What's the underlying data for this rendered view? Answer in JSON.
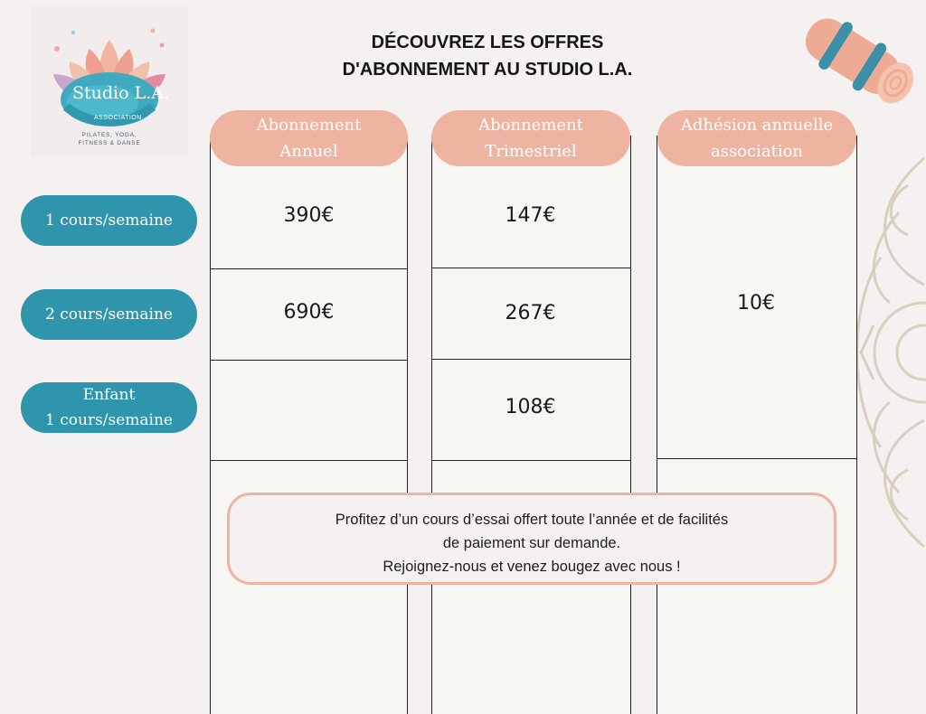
{
  "logo": {
    "name": "Studio L.A.",
    "badge": "ASSOCIATION",
    "tagline_line1": "PILATES, YOGA,",
    "tagline_line2": "FITNESS & DANSE"
  },
  "title": {
    "line1": "DÉCOUVREZ LES OFFRES",
    "line2": "D'ABONNEMENT AU STUDIO L.A."
  },
  "columns": [
    {
      "header": "Abonnement\nAnnuel"
    },
    {
      "header": "Abonnement\nTrimestriel"
    },
    {
      "header": "Adhésion annuelle\nassociation"
    }
  ],
  "rows": [
    {
      "label": "1 cours/semaine"
    },
    {
      "label": "2 cours/semaine"
    },
    {
      "label_line1": "Enfant",
      "label_line2": "1 cours/semaine"
    }
  ],
  "prices": {
    "annuel": [
      "390€",
      "690€",
      ""
    ],
    "trimestriel": [
      "147€",
      "267€",
      "108€"
    ],
    "adhesion": "10€"
  },
  "info": {
    "line1": "Profitez d’un cours d’essai offert toute l’année et de facilités",
    "line2": "de paiement sur demande.",
    "line3": "Rejoignez-nous et venez bougez avec nous !"
  },
  "colors": {
    "background": "#f6f1f1",
    "peach": "#eeb4a1",
    "teal": "#2f95ad"
  },
  "icons": [
    "lotus-logo-icon",
    "yoga-mat-icon",
    "mandala-icon"
  ]
}
